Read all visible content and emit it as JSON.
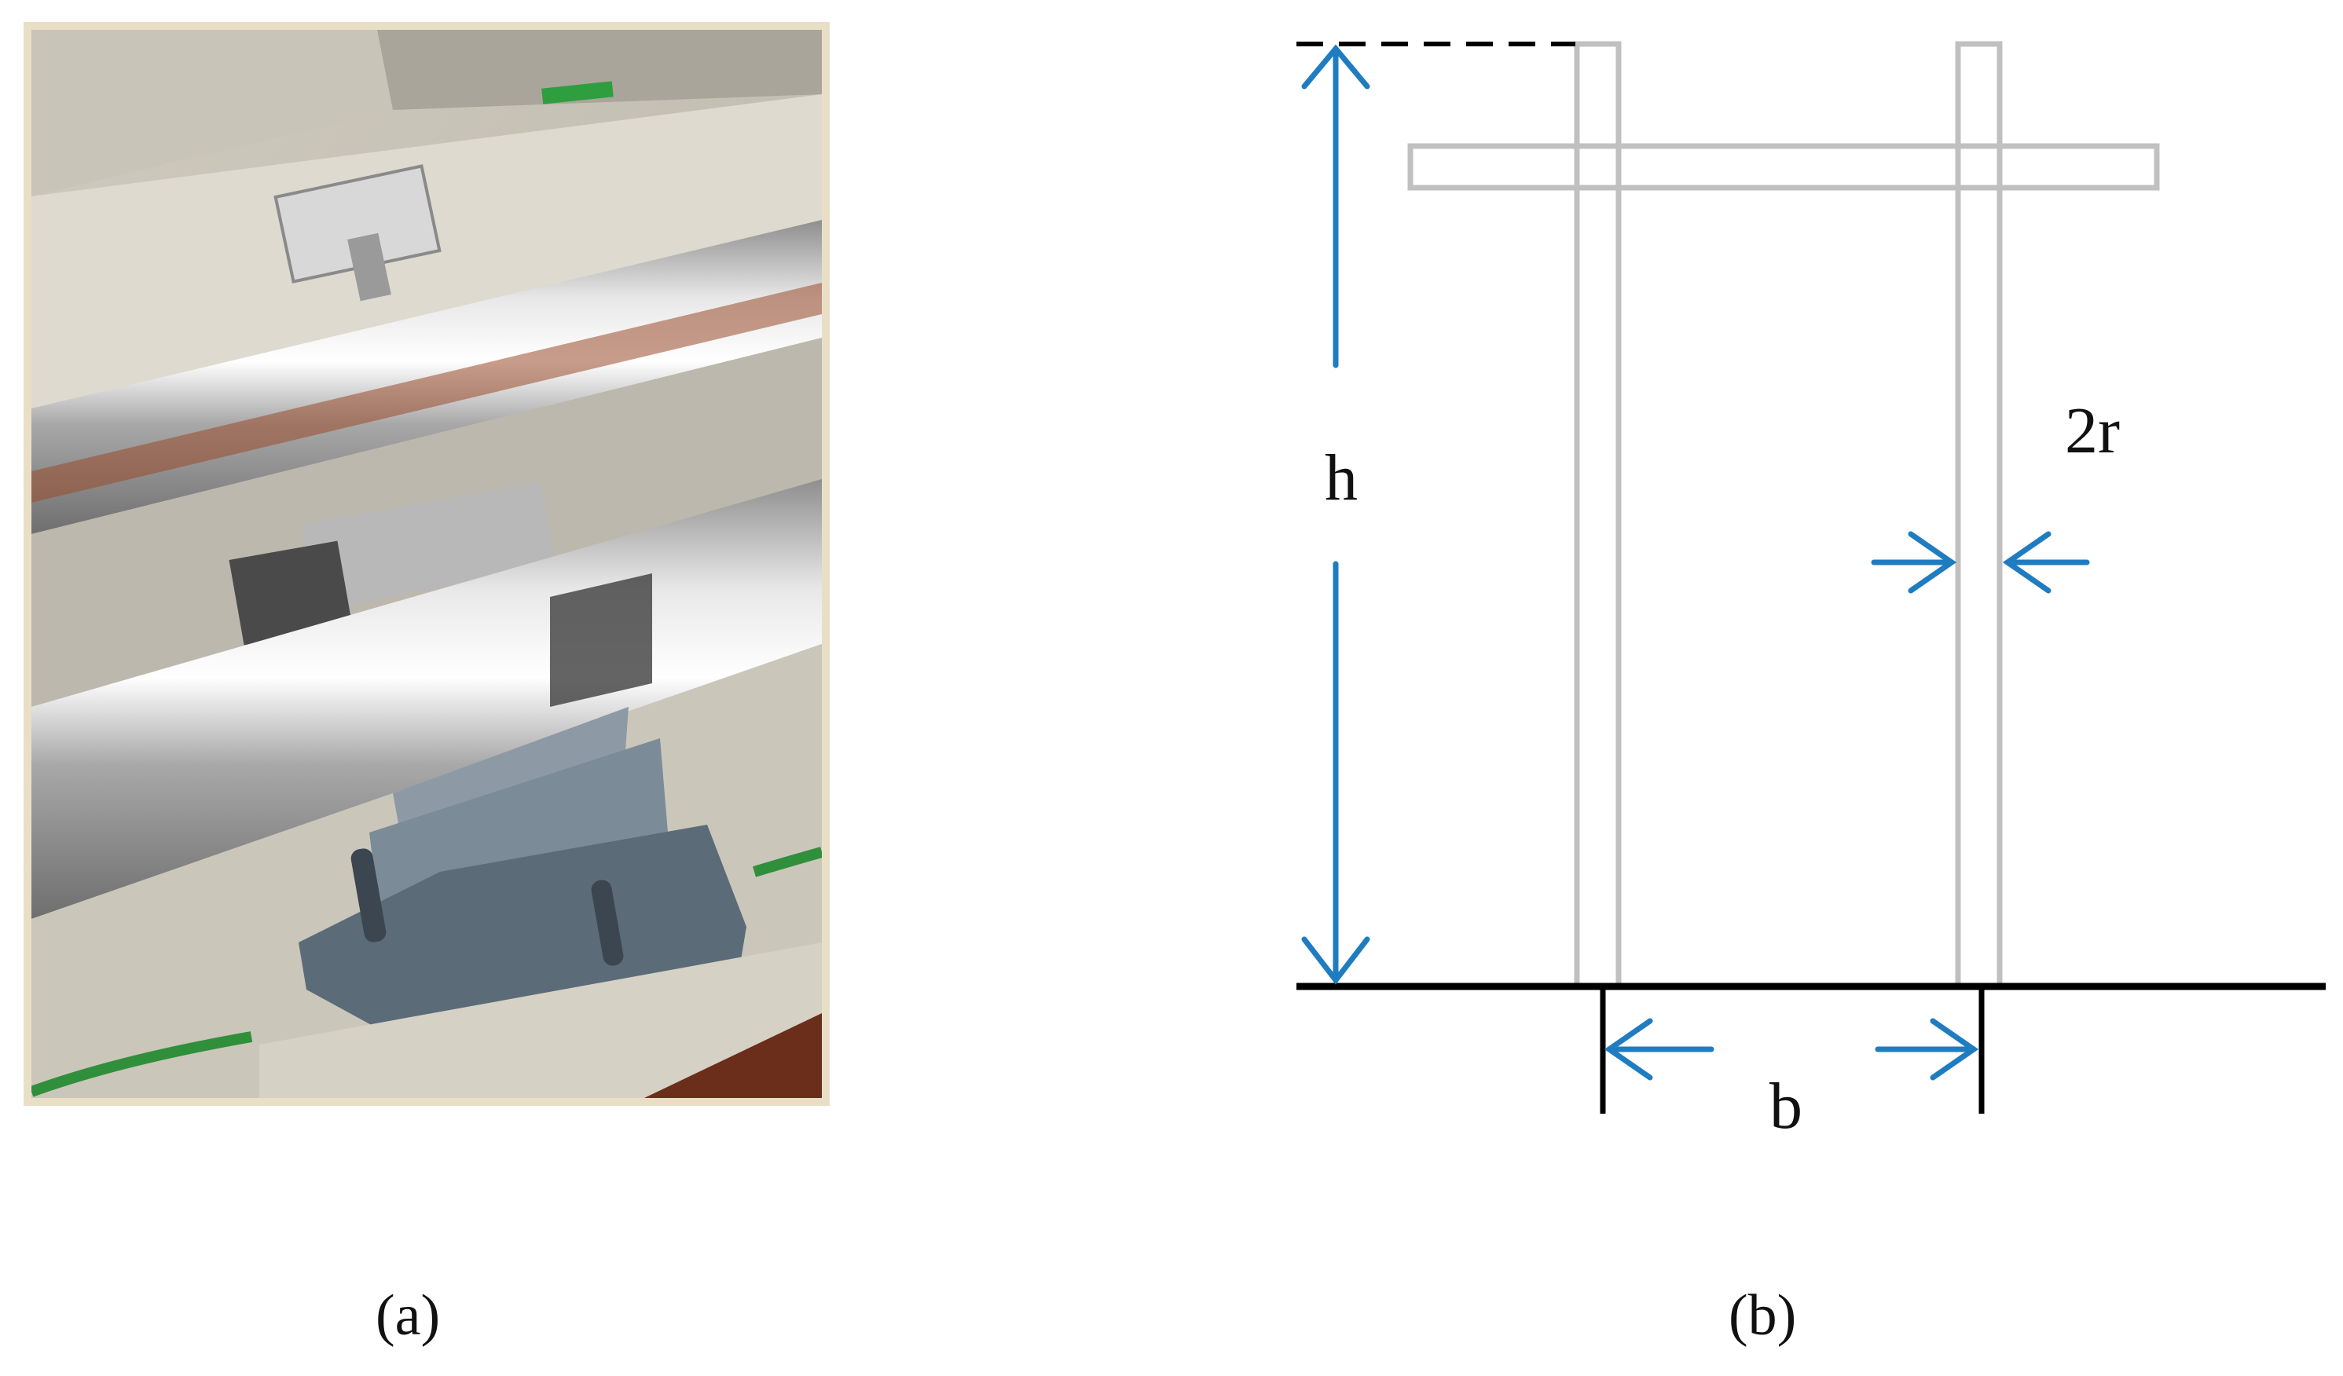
{
  "panels": {
    "a": {
      "caption": "(a)"
    },
    "b": {
      "caption": "(b)"
    }
  },
  "dimensions": {
    "height_label": "h",
    "diameter_label": "2r",
    "spacing_label": "b"
  },
  "colors": {
    "dimension_arrow": "#1f7cc1",
    "structure_outline": "#c0c0c0",
    "ground_line": "#000000",
    "photo_frame": "#e9dfc7"
  }
}
